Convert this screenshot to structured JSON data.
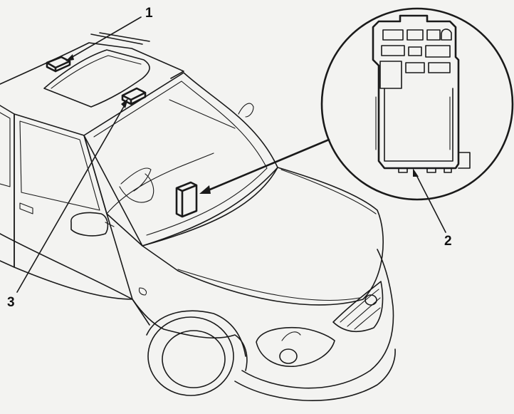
{
  "callouts": {
    "one": "1",
    "two": "2",
    "three": "3"
  },
  "colors": {
    "line": "#1a1a1a",
    "paper": "#f3f3f1"
  }
}
